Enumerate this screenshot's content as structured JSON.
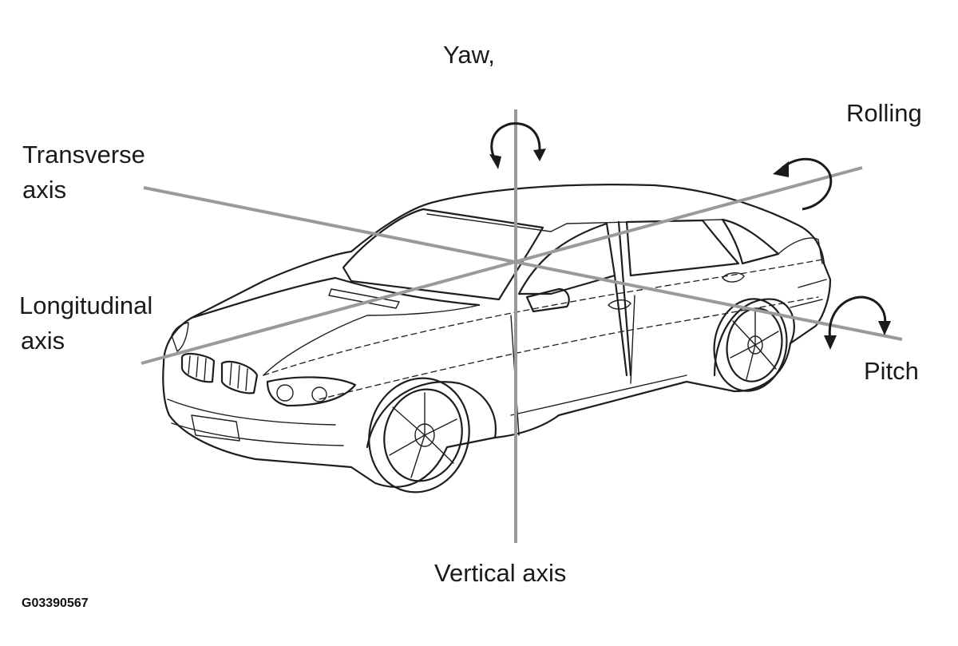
{
  "labels": {
    "yaw": "Yaw,",
    "rolling": "Rolling",
    "transverse_line1": "Transverse",
    "transverse_line2": "axis",
    "longitudinal_line1": "Longitudinal",
    "longitudinal_line2": "axis",
    "pitch": "Pitch",
    "vertical": "Vertical axis"
  },
  "figure_code": "G03390567",
  "colors": {
    "axis_line": "#9a9a9a",
    "drawing": "#1e1e1e",
    "background": "#ffffff"
  },
  "icons": [
    "yaw-rotation-arrow-icon",
    "rolling-rotation-arrow-icon",
    "pitch-rotation-arrow-icon",
    "car-line-drawing"
  ]
}
